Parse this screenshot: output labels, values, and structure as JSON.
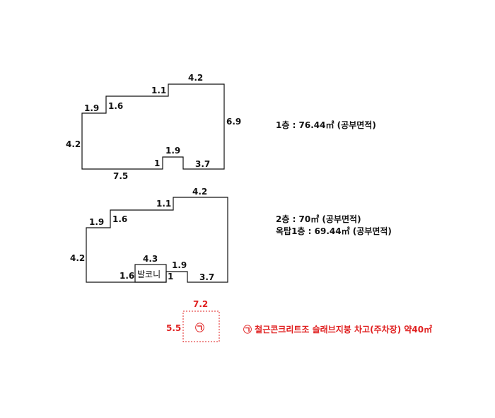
{
  "floor1": {
    "dims": {
      "top_right": "4.2",
      "step_top": "1.1",
      "left_upper": "1.9",
      "step_mid": "1.6",
      "left": "4.2",
      "right": "6.9",
      "notch_top": "1.9",
      "notch_left": "1",
      "bottom_right": "3.7",
      "bottom_left": "7.5"
    },
    "label": "1층 : 76.44㎡ (공부면적)"
  },
  "floor2": {
    "dims": {
      "top_right": "4.2",
      "step_top": "1.1",
      "left_upper": "1.9",
      "step_mid": "1.6",
      "left": "4.2",
      "balcony_top": "4.3",
      "balcony_left": "1.6",
      "balcony_text": "발코니",
      "notch_right_side": "1",
      "notch_top": "1.9",
      "bottom_right": "3.7"
    },
    "label_floor": "2층 : 70㎡ (공부면적)",
    "label_roof": "옥탑1층 : 69.44㎡ (공부면적)"
  },
  "garage": {
    "width": "7.2",
    "depth": "5.5",
    "symbol": "㉠",
    "label": "㉠ 철근콘크리트조 슬래브지붕  차고(주차장)  약40㎡"
  },
  "colors": {
    "line": "#111111",
    "annex": "#e02020"
  }
}
